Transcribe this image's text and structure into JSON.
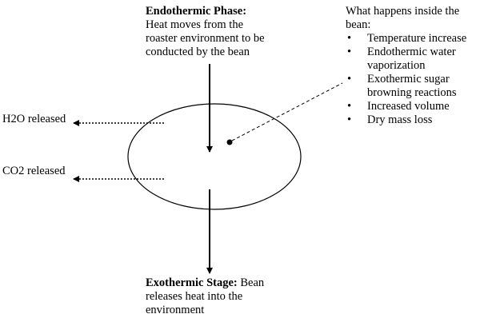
{
  "endothermic": {
    "heading": "Endothermic Phase:",
    "line1": "Heat moves from the",
    "line2": "roaster environment to be",
    "line3": "conducted by the bean"
  },
  "exothermic": {
    "heading": "Exothermic Stage:",
    "line1_rest": " Bean",
    "line2": "releases heat into the",
    "line3": "environment"
  },
  "inside": {
    "title_line1": "What happens inside the",
    "title_line2": "bean:",
    "items": [
      {
        "lines": [
          "Temperature increase"
        ]
      },
      {
        "lines": [
          "Endothermic water",
          "vaporization"
        ]
      },
      {
        "lines": [
          "Exothermic sugar",
          "browning reactions"
        ]
      },
      {
        "lines": [
          "Increased volume"
        ]
      },
      {
        "lines": [
          "Dry mass loss"
        ]
      }
    ]
  },
  "released": {
    "h2o": "H2O released",
    "co2": "CO2 released"
  },
  "colors": {
    "stroke": "#000000",
    "background": "#ffffff"
  }
}
